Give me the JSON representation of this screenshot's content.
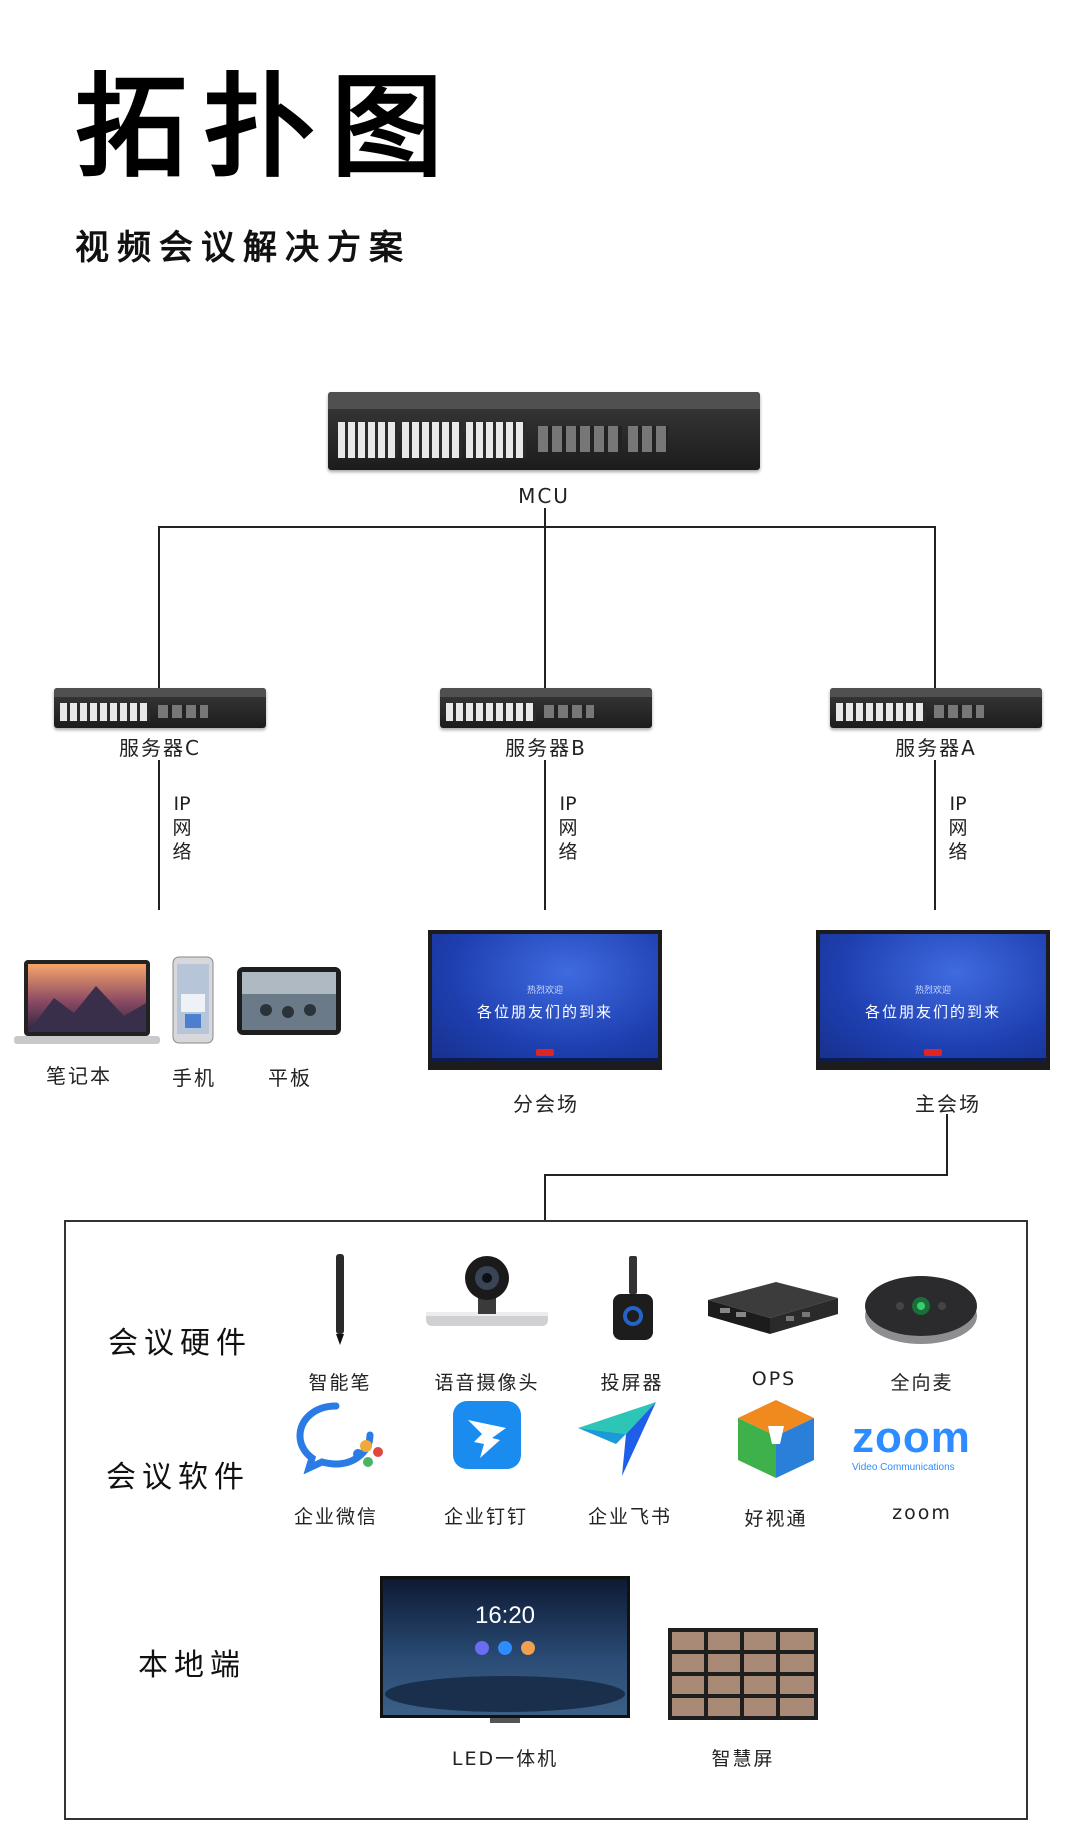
{
  "header": {
    "title": "拓扑图",
    "subtitle": "视频会议解决方案"
  },
  "nodes": {
    "mcu": "MCU",
    "server_c": "服务器C",
    "server_b": "服务器B",
    "server_a": "服务器A"
  },
  "links": {
    "ip_network": "IP网络"
  },
  "endpoints": {
    "laptop": "笔记本",
    "phone": "手机",
    "tablet": "平板",
    "branch_venue": "分会场",
    "main_venue": "主会场",
    "screen_text": "各位朋友们的到来",
    "screen_small": "热烈欢迎"
  },
  "panel": {
    "hardware": {
      "label": "会议硬件",
      "items": [
        "智能笔",
        "语音摄像头",
        "投屏器",
        "OPS",
        "全向麦"
      ]
    },
    "software": {
      "label": "会议软件",
      "items": [
        "企业微信",
        "企业钉钉",
        "企业飞书",
        "好视通",
        "zoom"
      ],
      "zoom_logo": "zoom",
      "zoom_tagline": "Video Communications"
    },
    "local": {
      "label": "本地端",
      "items": [
        "LED一体机",
        "智慧屏"
      ],
      "clock": "16:20"
    }
  }
}
